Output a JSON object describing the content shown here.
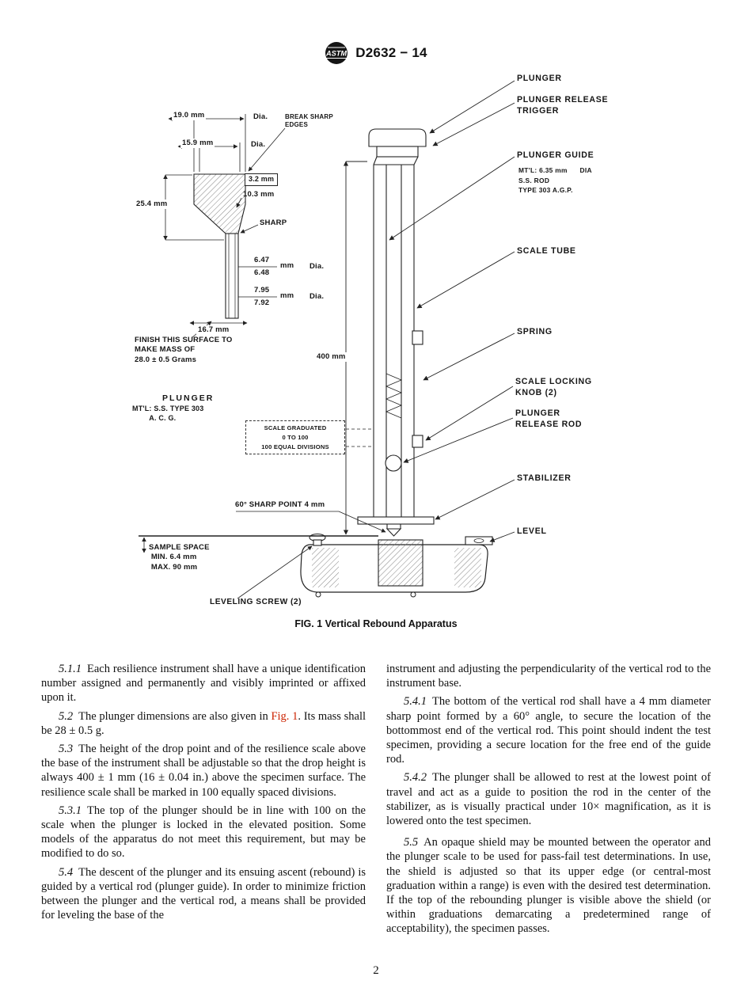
{
  "header": {
    "logo_text": "ASTM",
    "doc_number": "D2632 − 14"
  },
  "figure": {
    "caption": "FIG. 1 Vertical Rebound Apparatus",
    "labels": {
      "dim_19_0": "19.0 mm",
      "dia_19": "Dia.",
      "dim_15_9": "15.9 mm",
      "dia_15": "Dia.",
      "break_sharp": "BREAK SHARP\nEDGES",
      "dim_3_2": "3.2 mm",
      "dim_10_3": "10.3 mm",
      "dim_25_4": "25.4 mm",
      "sharp": "SHARP",
      "frac1_top": "6.47",
      "frac1_bot": "6.48",
      "frac1_unit": "mm",
      "frac1_dia": "Dia.",
      "frac2_top": "7.95",
      "frac2_bot": "7.92",
      "frac2_unit": "mm",
      "frac2_dia": "Dia.",
      "dim_16_7": "16.7 mm",
      "finish_note": "FINISH THIS SURFACE TO\nMAKE MASS OF\n28.0 ± 0.5 Grams",
      "plunger_title": "PLUNGER",
      "plunger_matl": "MT'L: S.S. TYPE 303\n        A. C. G.",
      "scale_graduated": "SCALE GRADUATED\n0 TO 100\n100 EQUAL DIVISIONS",
      "dim_400": "400 mm",
      "sharp_point": "60° SHARP POINT  4 mm",
      "sample_space": "SAMPLE SPACE\n MIN. 6.4 mm\n MAX. 90 mm",
      "leveling_screw": "LEVELING SCREW (2)"
    },
    "callouts": {
      "plunger": "PLUNGER",
      "plunger_release_trigger": "PLUNGER RELEASE\nTRIGGER",
      "plunger_guide": "PLUNGER GUIDE",
      "plunger_guide_detail": "MT'L: 6.35 mm      DIA\nS.S. ROD\nTYPE 303 A.G.P.",
      "scale_tube": "SCALE TUBE",
      "spring": "SPRING",
      "scale_locking_knob": "SCALE LOCKING\nKNOB (2)",
      "plunger_release_rod": "PLUNGER\nRELEASE ROD",
      "stabilizer": "STABILIZER",
      "level": "LEVEL"
    }
  },
  "body": {
    "left": [
      {
        "num": "5.1.1",
        "text": "Each resilience instrument shall have a unique identification number assigned and permanently and visibly imprinted or affixed upon it."
      },
      {
        "num": "5.2",
        "pre": "The plunger dimensions are also given in ",
        "link": "Fig. 1",
        "post": ". Its mass shall be 28 ± 0.5 g."
      },
      {
        "num": "5.3",
        "text": "The height of the drop point and of the resilience scale above the base of the instrument shall be adjustable so that the drop height is always 400 ± 1 mm (16 ± 0.04 in.) above the specimen surface. The resilience scale shall be marked in 100 equally spaced divisions."
      },
      {
        "num": "5.3.1",
        "text": "The top of the plunger should be in line with 100 on the scale when the plunger is locked in the elevated position. Some models of the apparatus do not meet this requirement, but may be modified to do so."
      },
      {
        "num": "5.4",
        "text": "The descent of the plunger and its ensuing ascent (rebound) is guided by a vertical rod (plunger guide). In order to minimize friction between the plunger and the vertical rod, a means shall be provided for leveling the base of the"
      }
    ],
    "right": [
      {
        "text": "instrument and adjusting the perpendicularity of the vertical rod to the instrument base."
      },
      {
        "num": "5.4.1",
        "text": "The bottom of the vertical rod shall have a 4 mm diameter sharp point formed by a 60° angle, to secure the location of the bottommost end of the vertical rod. This point should indent the test specimen, providing a secure location for the free end of the guide rod."
      },
      {
        "num": "5.4.2",
        "text": "The plunger shall be allowed to rest at the lowest point of travel and act as a guide to position the rod in the center of the stabilizer, as is visually practical under 10× magnification, as it is lowered onto the test specimen."
      },
      {
        "num": "5.5",
        "text": "An opaque shield may be mounted between the operator and the plunger scale to be used for pass-fail test determinations. In use, the shield is adjusted so that its upper edge (or central-most graduation within a range) is even with the desired test determination. If the top of the rebounding plunger is visible above the shield (or within graduations demarcating a predetermined range of acceptability), the specimen passes."
      }
    ]
  },
  "footer": {
    "page_number": "2"
  },
  "colors": {
    "link": "#cc2200"
  }
}
